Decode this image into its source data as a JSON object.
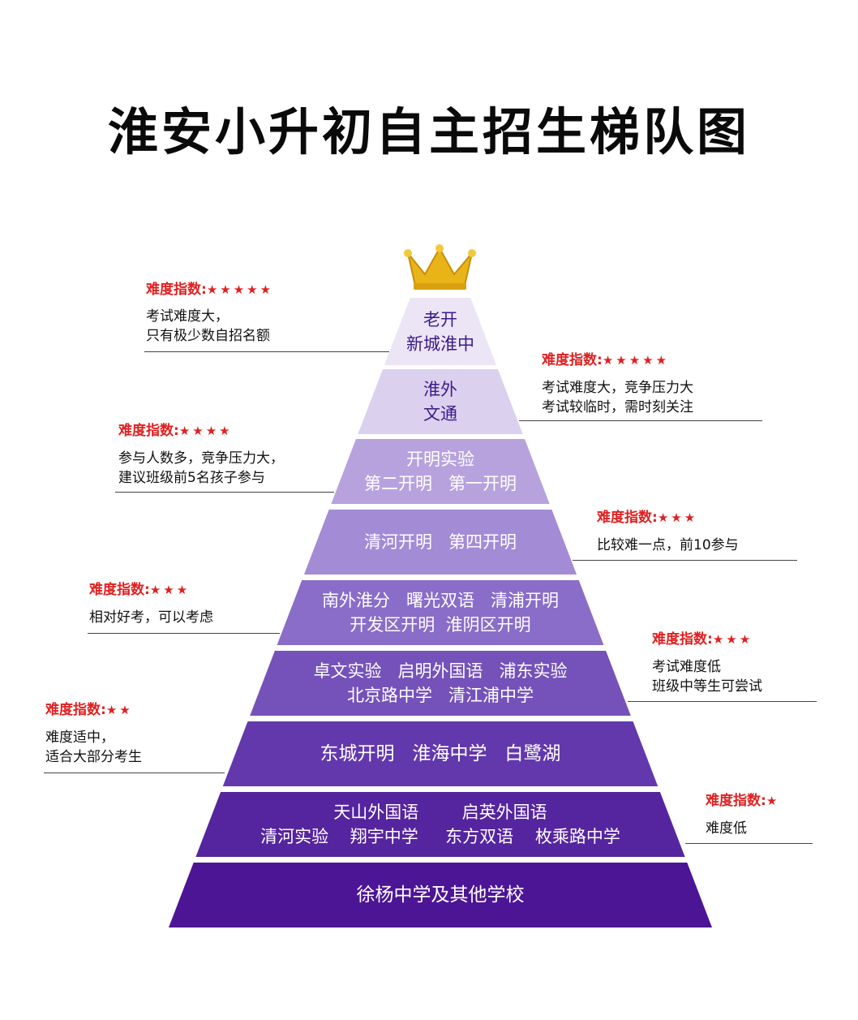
{
  "title": "淮安小升初自主招生梯队图",
  "colors": {
    "rating": "#e02020",
    "rule": "#444444",
    "crown": "#e8b418",
    "tiers": [
      "#ece5f5",
      "#dcd0ef",
      "#b7a2de",
      "#a38bd6",
      "#8a6dc9",
      "#7552ba",
      "#6338ad",
      "#55249f",
      "#4c1595"
    ],
    "tier_text": [
      "#3a1b8a",
      "#3a1b8a",
      "#ffffff",
      "#ffffff",
      "#ffffff",
      "#ffffff",
      "#ffffff",
      "#ffffff",
      "#ffffff"
    ]
  },
  "crown_icon": "crown-icon",
  "tiers": [
    {
      "lines": [
        "老开",
        "新城淮中"
      ]
    },
    {
      "lines": [
        "淮外",
        "文通"
      ]
    },
    {
      "lines": [
        "开明实验",
        "第二开明   第一开明"
      ]
    },
    {
      "lines": [
        "清河开明   第四开明"
      ]
    },
    {
      "lines": [
        "南外淮分   曙光双语   清浦开明",
        "开发区开明  淮阴区开明"
      ]
    },
    {
      "lines": [
        "卓文实验   启明外国语   浦东实验",
        "北京路中学   清江浦中学"
      ]
    },
    {
      "lines": [
        "东城开明   淮海中学   白鹭湖"
      ]
    },
    {
      "lines": [
        "天山外国语        启英外国语",
        "清河实验    翔宇中学     东方双语    枚乘路中学"
      ]
    },
    {
      "lines": [
        "徐杨中学及其他学校"
      ]
    }
  ],
  "annotations": [
    {
      "side": "left",
      "rating_label": "难度指数:",
      "stars": "★★★★★",
      "desc": [
        "考试难度大，",
        "只有极少数自招名额"
      ]
    },
    {
      "side": "right",
      "rating_label": "难度指数:",
      "stars": "★★★★★",
      "desc": [
        "考试难度大，竞争压力大",
        "考试较临时，需时刻关注"
      ]
    },
    {
      "side": "left",
      "rating_label": "难度指数:",
      "stars": "★★★★",
      "desc": [
        "参与人数多，竞争压力大，",
        "建议班级前5名孩子参与"
      ]
    },
    {
      "side": "right",
      "rating_label": "难度指数:",
      "stars": "★★★",
      "desc": [
        "比较难一点，前10参与"
      ]
    },
    {
      "side": "left",
      "rating_label": "难度指数:",
      "stars": "★★★",
      "desc": [
        "相对好考，可以考虑"
      ]
    },
    {
      "side": "right",
      "rating_label": "难度指数:",
      "stars": "★★★",
      "desc": [
        "考试难度低",
        "班级中等生可尝试"
      ]
    },
    {
      "side": "left",
      "rating_label": "难度指数:",
      "stars": "★★",
      "desc": [
        "难度适中，",
        "适合大部分考生"
      ]
    },
    {
      "side": "right",
      "rating_label": "难度指数:",
      "stars": "★",
      "desc": [
        "难度低"
      ]
    }
  ]
}
